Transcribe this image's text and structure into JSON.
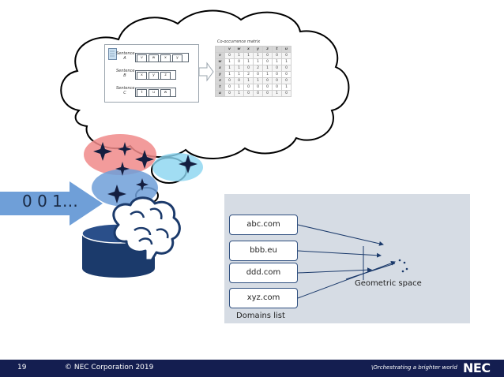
{
  "cloud": {
    "sentences": [
      {
        "label": "Sentence A",
        "words": [
          "v",
          "w",
          "x",
          "y"
        ]
      },
      {
        "label": "Sentence B",
        "words": [
          "x",
          "y",
          "z"
        ]
      },
      {
        "label": "Sentence C",
        "words": [
          "t",
          "u",
          "w"
        ]
      }
    ],
    "matrix_title": "Co-occurrence matrix",
    "matrix_headers": [
      "",
      "v",
      "w",
      "x",
      "y",
      "z",
      "t",
      "u"
    ],
    "matrix_rows": [
      [
        "v",
        "0",
        "1",
        "1",
        "1",
        "0",
        "0",
        "0"
      ],
      [
        "w",
        "1",
        "0",
        "1",
        "1",
        "0",
        "1",
        "1"
      ],
      [
        "x",
        "1",
        "1",
        "0",
        "2",
        "1",
        "0",
        "0"
      ],
      [
        "y",
        "1",
        "1",
        "2",
        "0",
        "1",
        "0",
        "0"
      ],
      [
        "z",
        "0",
        "0",
        "1",
        "1",
        "0",
        "0",
        "0"
      ],
      [
        "t",
        "0",
        "1",
        "0",
        "0",
        "0",
        "0",
        "1"
      ],
      [
        "u",
        "0",
        "1",
        "0",
        "0",
        "0",
        "1",
        "0"
      ]
    ]
  },
  "bits_text": "0 0 1…",
  "domains_panel": {
    "domains": [
      "abc.com",
      "bbb.eu",
      "ddd.com",
      "xyz.com"
    ],
    "domains_label": "Domains list",
    "space_label": "Geometric space"
  },
  "footer": {
    "page": "19",
    "copyright": "© NEC Corporation 2019",
    "tagline": "\\Orchestrating a brighter world",
    "logo": "NEC"
  },
  "colors": {
    "footer_bg": "#141e50",
    "arrow_blue": "#6f9fd8",
    "cylinder": "#1b3a6b",
    "pink_blob": "#f08a8a",
    "blue_blob": "#6f9fd8",
    "cyan_blob": "#8ad4f0",
    "panel": "#d6dce4"
  }
}
